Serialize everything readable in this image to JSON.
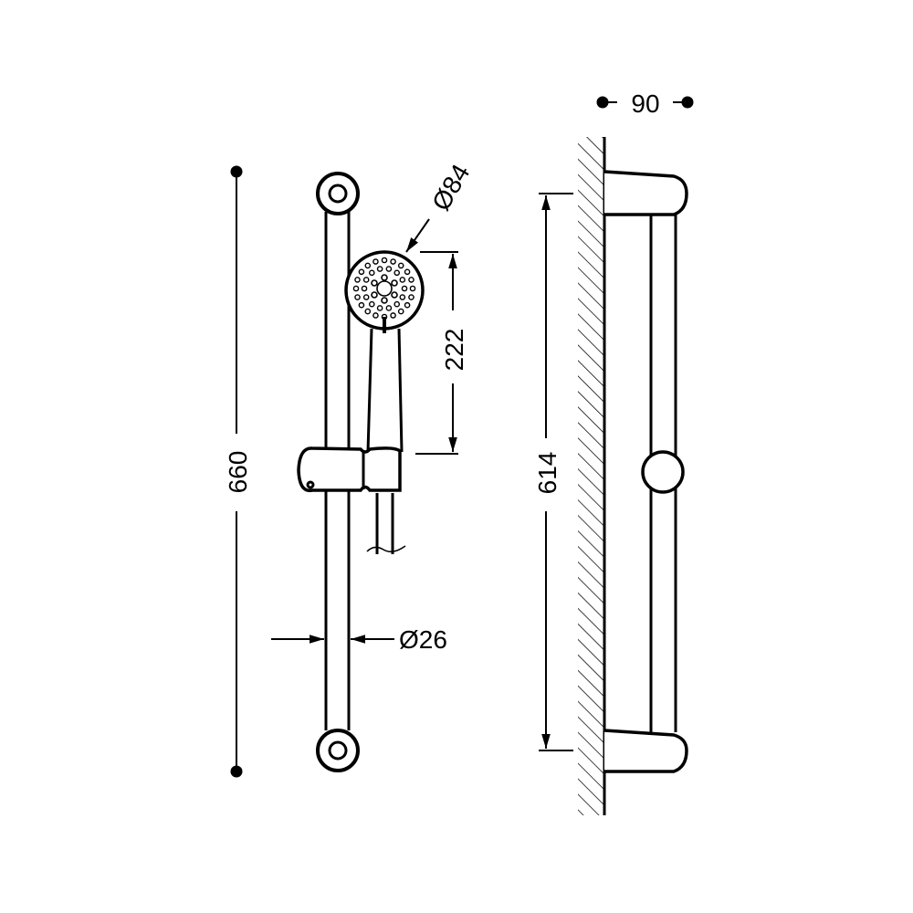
{
  "title": "Shower rail set dimensions",
  "dimensions": {
    "total_height": "660",
    "rail_diameter": "Ø26",
    "head_diameter": "Ø84",
    "head_height": "222",
    "bracket_spacing": "614",
    "wall_projection": "90"
  },
  "colors": {
    "line": "#000000",
    "background": "#ffffff"
  }
}
